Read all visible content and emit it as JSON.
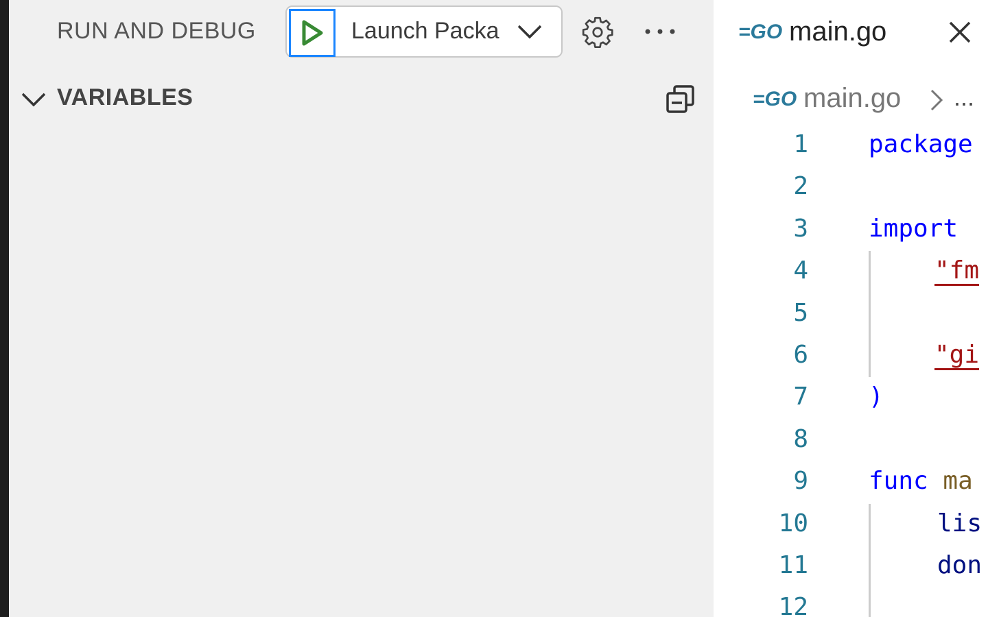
{
  "sidebar": {
    "title": "RUN AND DEBUG",
    "launch_config": "Launch Packa",
    "run_button_icon": "play-icon",
    "settings_icon": "gear-icon",
    "more_icon": "ellipsis-icon",
    "variables_section": {
      "title": "VARIABLES",
      "expanded": true,
      "collapse_all_icon": "collapse-all-icon"
    }
  },
  "editor": {
    "tab": {
      "label": "main.go",
      "icon": "go-file-icon",
      "icon_text": "=GO",
      "close_icon": "close-icon"
    },
    "breadcrumb": {
      "file": "main.go",
      "icon_text": "=GO",
      "separator": "chevron-right-icon",
      "more": "..."
    },
    "lines": [
      {
        "n": "1",
        "text": "package"
      },
      {
        "n": "2",
        "text": ""
      },
      {
        "n": "3",
        "text": "import"
      },
      {
        "n": "4",
        "text": "\"fm"
      },
      {
        "n": "5",
        "text": ""
      },
      {
        "n": "6",
        "text": "\"gi"
      },
      {
        "n": "7",
        "text": ")"
      },
      {
        "n": "8",
        "text": ""
      },
      {
        "n": "9",
        "text": "func ma"
      },
      {
        "n": "10",
        "text": "lis"
      },
      {
        "n": "11",
        "text": "don"
      },
      {
        "n": "12",
        "text": ""
      }
    ]
  },
  "colors": {
    "keyword": "#0000ff",
    "string": "#a31515",
    "function": "#795e26",
    "variable": "#001080",
    "line_number": "#237893",
    "run_icon": "#388a34",
    "focus_border": "#1a85ff"
  }
}
